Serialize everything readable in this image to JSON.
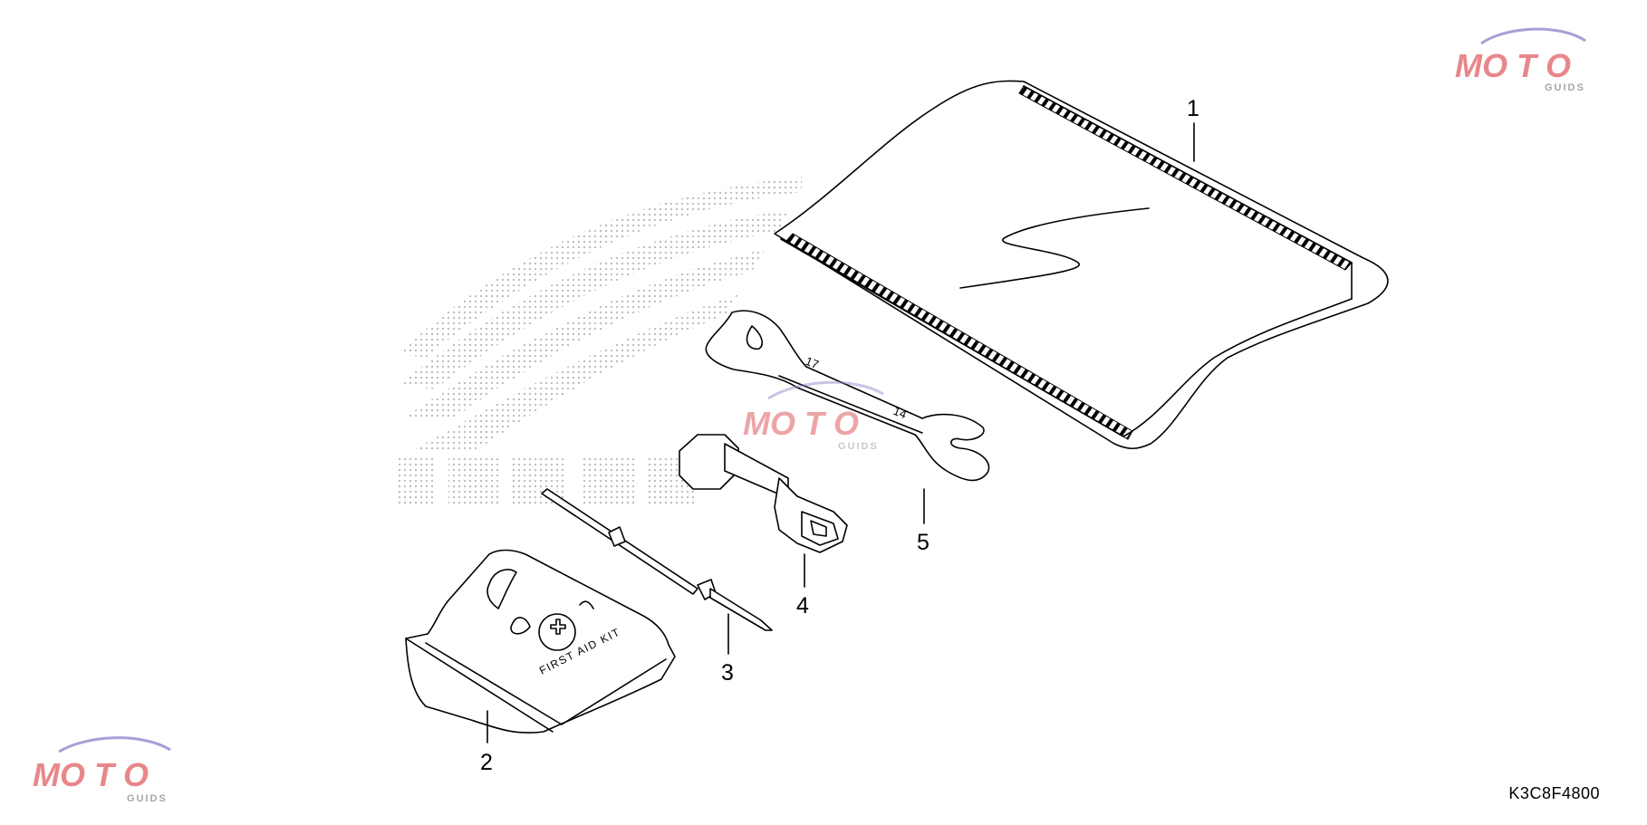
{
  "callouts": {
    "c1": "1",
    "c2": "2",
    "c3": "3",
    "c4": "4",
    "c5": "5"
  },
  "diagram_code": "K3C8F4800",
  "wrench_sizes": {
    "large": "17",
    "small": "14"
  },
  "kit_label": "FIRST AID KIT",
  "colors": {
    "line": "#000000",
    "watermark_red": "#d9373e",
    "watermark_purple": "#8c7fc9",
    "watermark_gray": "#888888",
    "dot_pattern": "#b9b9b9"
  }
}
